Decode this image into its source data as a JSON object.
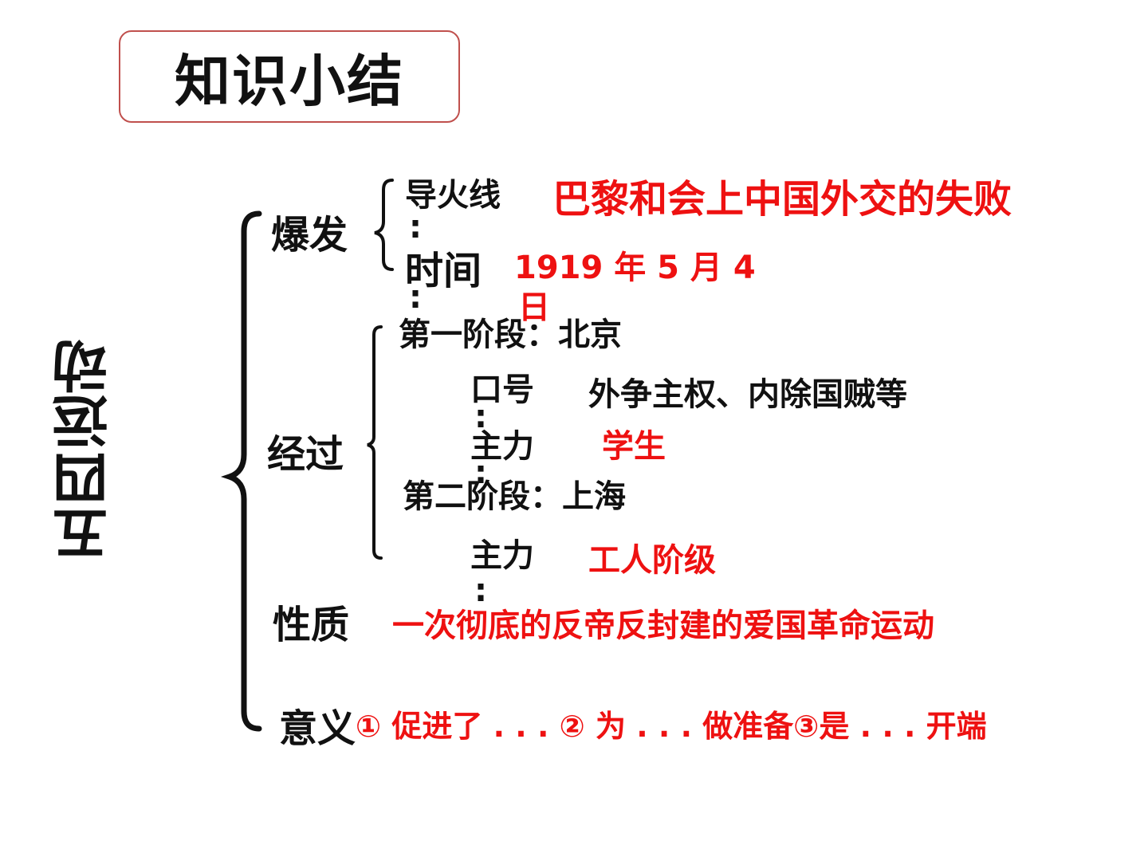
{
  "title": "知识小结",
  "topic": "五四运动",
  "sections": {
    "outbreak": {
      "label": "爆发",
      "fuse_label": "导火线",
      "fuse_value": "巴黎和会上中国外交的失败",
      "fuse_colon": ":",
      "time_label": "时间",
      "time_colon": ":",
      "time_value_line1": "1919 年 5 月 4",
      "time_value_line2": "日"
    },
    "process": {
      "label": "经过",
      "stage1_label": "第一阶段：北京",
      "slogan_label": "口号",
      "slogan_colon": ":",
      "slogan_value": "外争主权、内除国贼等",
      "main_force1_label": "主力",
      "main_force1_colon": ":",
      "main_force1_value": "学生",
      "stage2_label": "第二阶段：上海",
      "main_force2_label": "主力",
      "main_force2_colon": ":",
      "main_force2_value": "工人阶级"
    },
    "nature": {
      "label": "性质",
      "value": "一次彻底的反帝反封建的爱国革命运动"
    },
    "significance": {
      "label": "意义",
      "value": "① 促进了 . . . ② 为 . . .  做准备③是 . . .  开端"
    }
  },
  "colors": {
    "answer": "#ee1111",
    "text": "#111111",
    "title_border": "#c0504d"
  }
}
